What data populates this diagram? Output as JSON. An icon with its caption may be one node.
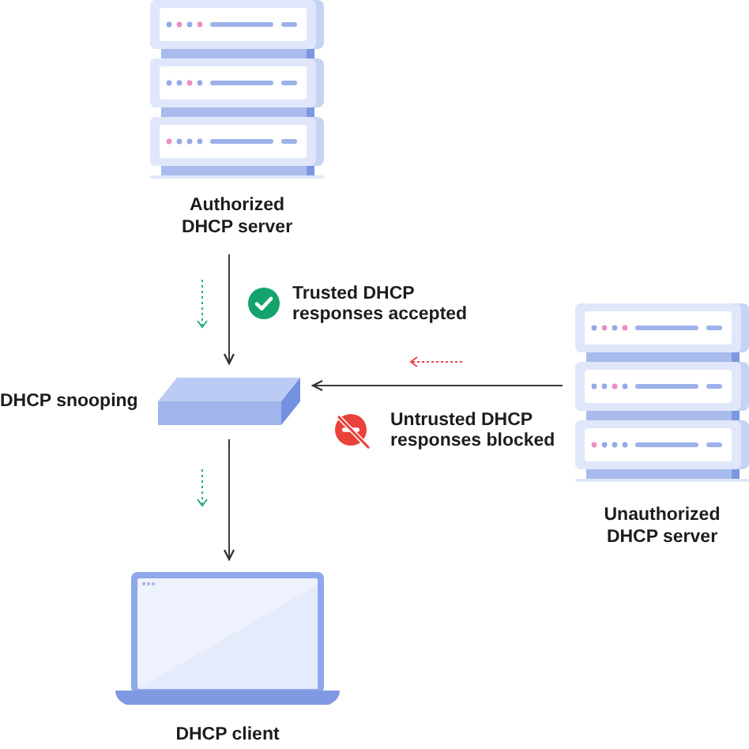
{
  "diagram": {
    "nodes": [
      {
        "text": [
          "Authorized DHCP server"
        ]
      },
      {
        "text": [
          "DHCP snooping"
        ]
      },
      {
        "text": [
          "Unauthorized DHCP server"
        ]
      },
      {
        "text": [
          "DHCP client"
        ]
      }
    ],
    "edges": [
      {
        "from": 0,
        "to": 1,
        "arrow": "to"
      },
      {
        "from": 2,
        "to": 1,
        "arrow": "to"
      },
      {
        "from": 1,
        "to": 3,
        "arrow": "to"
      }
    ],
    "labels": [
      "Trusted DHCP responses accepted",
      "Untrusted DHCP responses blocked"
    ]
  }
}
